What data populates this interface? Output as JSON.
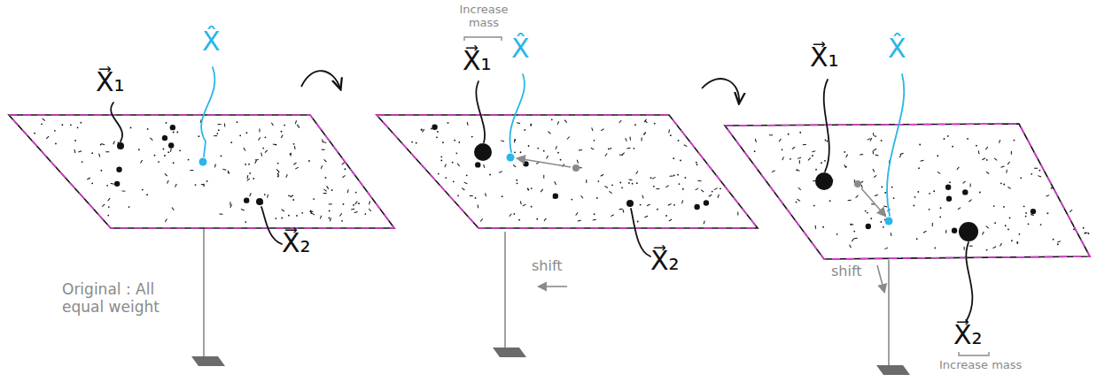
{
  "diagram": {
    "labels": [
      "X⃗₁",
      "X̂",
      "X⃗₂",
      "Original : All equal weight",
      "Increase mass",
      "X⃗₁",
      "X̂",
      "shift",
      "X⃗₂",
      "X⃗₁",
      "X̂",
      "shift",
      "X⃗₂",
      "Increase mass"
    ]
  }
}
